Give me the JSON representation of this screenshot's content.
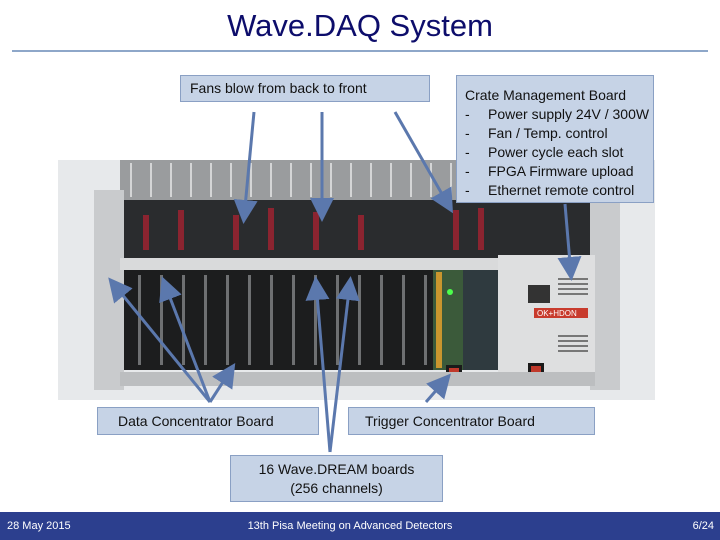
{
  "slide": {
    "title": "Wave.DAQ System"
  },
  "callouts": {
    "fans": "Fans blow from back to front",
    "cmb_title": "Crate Management Board",
    "cmb_items": [
      "Power supply 24V / 300W",
      "Fan / Temp. control",
      "Power cycle each slot",
      "FPGA Firmware upload",
      "Ethernet remote control"
    ],
    "dcb": "Data Concentrator Board",
    "tcb": "Trigger Concentrator Board",
    "wdb_line1": "16 Wave.DREAM boards",
    "wdb_line2": "(256 channels)"
  },
  "photo": {
    "display": "OK+HDON"
  },
  "footer": {
    "date": "28 May 2015",
    "event": "13th Pisa Meeting on Advanced Detectors",
    "page": "6/24"
  },
  "colors": {
    "title": "#0d0d6b",
    "callout_fill": "#c6d3e6",
    "footer_bg": "#2c3f8e",
    "arrow": "#5b78ad"
  }
}
